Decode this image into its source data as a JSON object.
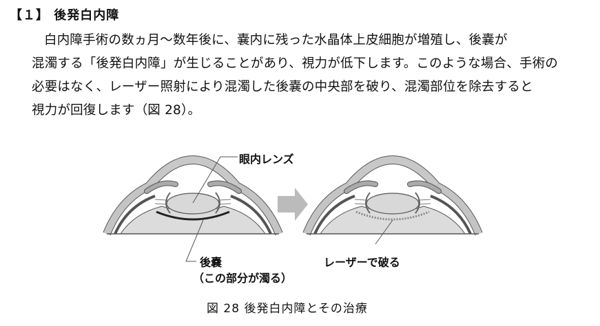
{
  "section": {
    "heading": "【１】 後発白内障",
    "lines": [
      "白内障手術の数ヵ月～数年後に、嚢内に残った水晶体上皮細胞が増殖し、後嚢が",
      "混濁する「後発白内障」が生じることがあり、視力が低下します。このような場合、手術の",
      "必要はなく、レーザー照射により混濁した後嚢の中央部を破り、混濁部位を除去すると",
      "視力が回復します（図 28）。"
    ]
  },
  "figure": {
    "label_lens": "眼内レンズ",
    "label_capsule": "後嚢",
    "label_capsule_note": "（この部分が濁る）",
    "label_laser": "レーザーで破る",
    "caption": "図 28 後発白内障とその治療"
  }
}
